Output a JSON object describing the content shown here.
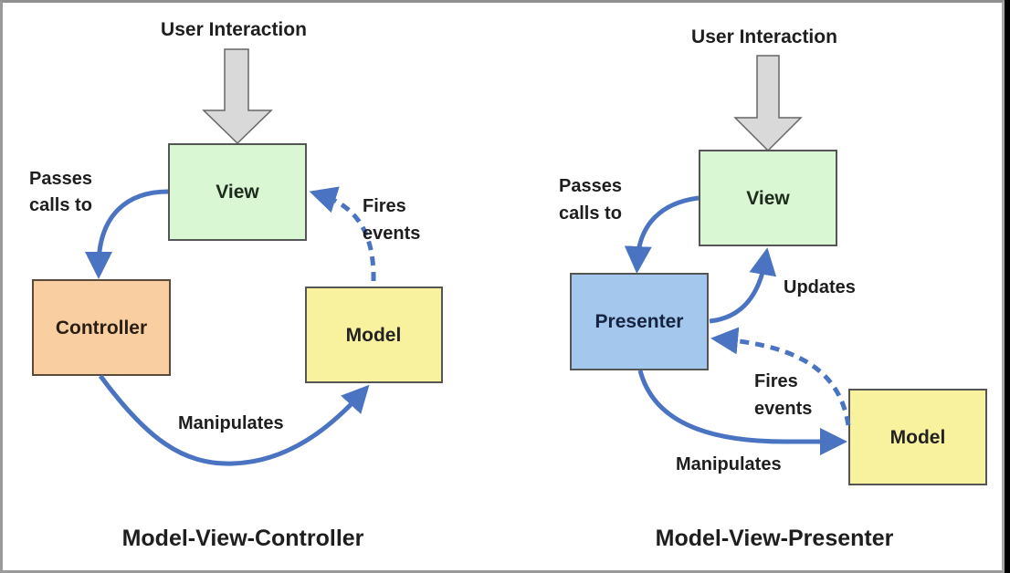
{
  "colors": {
    "arrow_blue": "#4a74c2",
    "view_fill": "#d9f7d2",
    "controller_fill": "#f9cfa2",
    "model_fill": "#f8f29e",
    "presenter_fill": "#a4c7ee",
    "user_arrow_fill": "#d9d9d9",
    "box_border": "#555555"
  },
  "mvc": {
    "title": "Model-View-Controller",
    "user_interaction": "User Interaction",
    "view": "View",
    "controller": "Controller",
    "model": "Model",
    "passes_calls_line1": "Passes",
    "passes_calls_line2": "calls to",
    "fires_events_line1": "Fires",
    "fires_events_line2": "events",
    "manipulates": "Manipulates"
  },
  "mvp": {
    "title": "Model-View-Presenter",
    "user_interaction": "User Interaction",
    "view": "View",
    "presenter": "Presenter",
    "model": "Model",
    "passes_calls_line1": "Passes",
    "passes_calls_line2": "calls to",
    "updates": "Updates",
    "fires_events_line1": "Fires",
    "fires_events_line2": "events",
    "manipulates": "Manipulates"
  }
}
